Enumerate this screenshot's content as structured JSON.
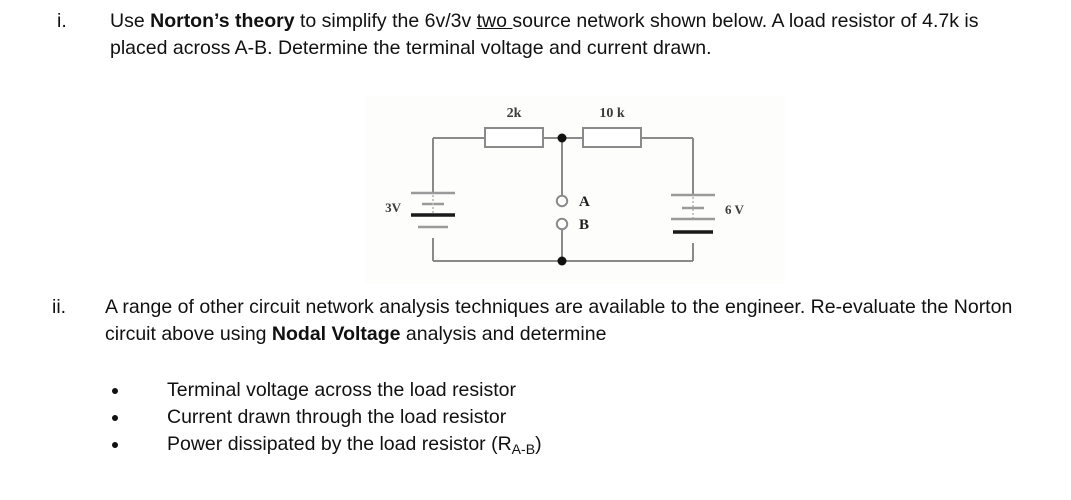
{
  "document": {
    "questions": [
      {
        "marker": "i.",
        "segments": [
          {
            "text": "Use ",
            "style": "normal"
          },
          {
            "text": "Norton’s theory",
            "style": "bold"
          },
          {
            "text": " to simplify the 6v/3v ",
            "style": "normal"
          },
          {
            "text": "two ",
            "style": "underline"
          },
          {
            "text": "source network shown below. A load resistor of 4.7k is placed across A-B. Determine the terminal voltage and current drawn.",
            "style": "normal"
          }
        ]
      },
      {
        "marker": "ii.",
        "segments": [
          {
            "text": "A range of other circuit network analysis techniques are available to the engineer. Re-evaluate the Norton circuit above using ",
            "style": "normal"
          },
          {
            "text": "Nodal Voltage",
            "style": "bold"
          },
          {
            "text": " analysis and determine",
            "style": "normal"
          }
        ]
      }
    ],
    "bullets": [
      {
        "text": "Terminal voltage across the load resistor",
        "subscript": ""
      },
      {
        "text": "Current drawn through the load resistor",
        "subscript": ""
      },
      {
        "text": "Power dissipated by the load resistor (R",
        "subscript": "A-B",
        "tail": ")"
      }
    ]
  },
  "figure": {
    "caption": "two-source resistive network with A-B terminals",
    "labels": {
      "resistor_left": "2k",
      "resistor_right": "10 k",
      "battery_left": "3V",
      "battery_right": "6 V",
      "terminal_a": "A",
      "terminal_b": "B"
    },
    "colors": {
      "wire": "#8a8a8a",
      "plate_light": "#9a9a9a",
      "plate_dark": "#1a1a1a",
      "node": "#111111",
      "background": "#fdfdfc",
      "text": "#3b3b3b"
    }
  }
}
